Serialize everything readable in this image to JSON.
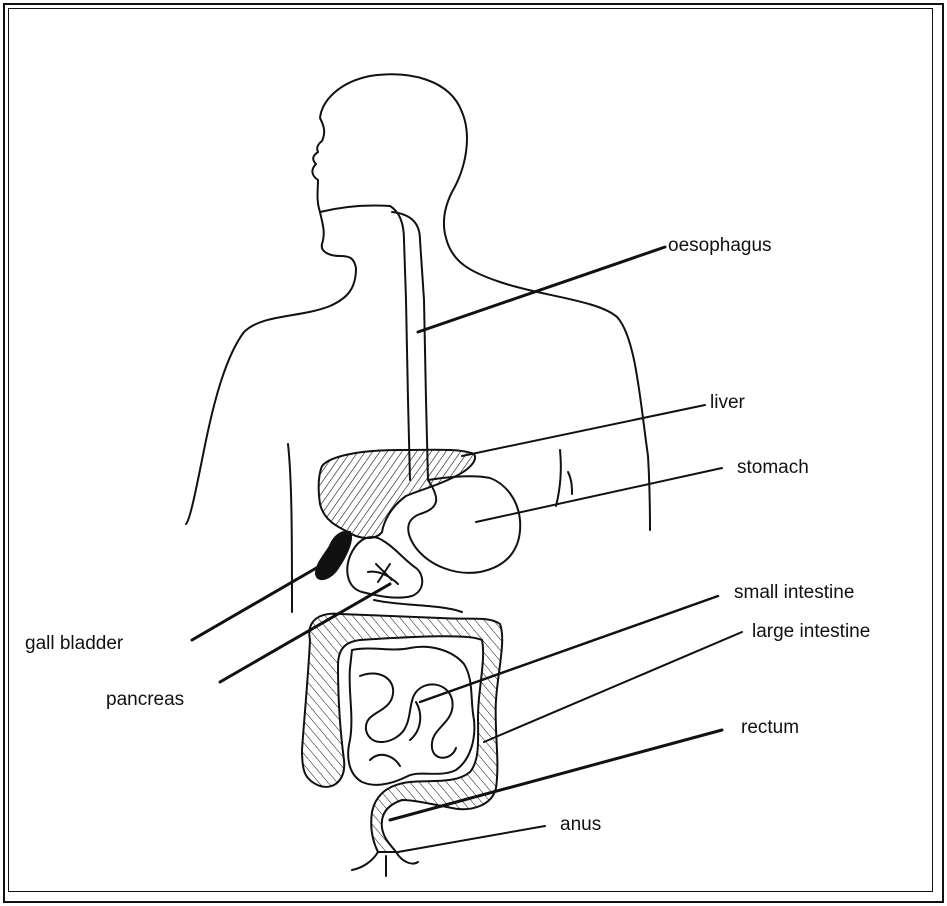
{
  "diagram": {
    "labels": {
      "oesophagus": "oesophagus",
      "liver": "liver",
      "stomach": "stomach",
      "small_intestine": "small intestine",
      "large_intestine": "large intestine",
      "rectum": "rectum",
      "anus": "anus",
      "gall_bladder": "gall bladder",
      "pancreas": "pancreas"
    },
    "colors": {
      "ink": "#111111",
      "background": "#ffffff"
    }
  }
}
